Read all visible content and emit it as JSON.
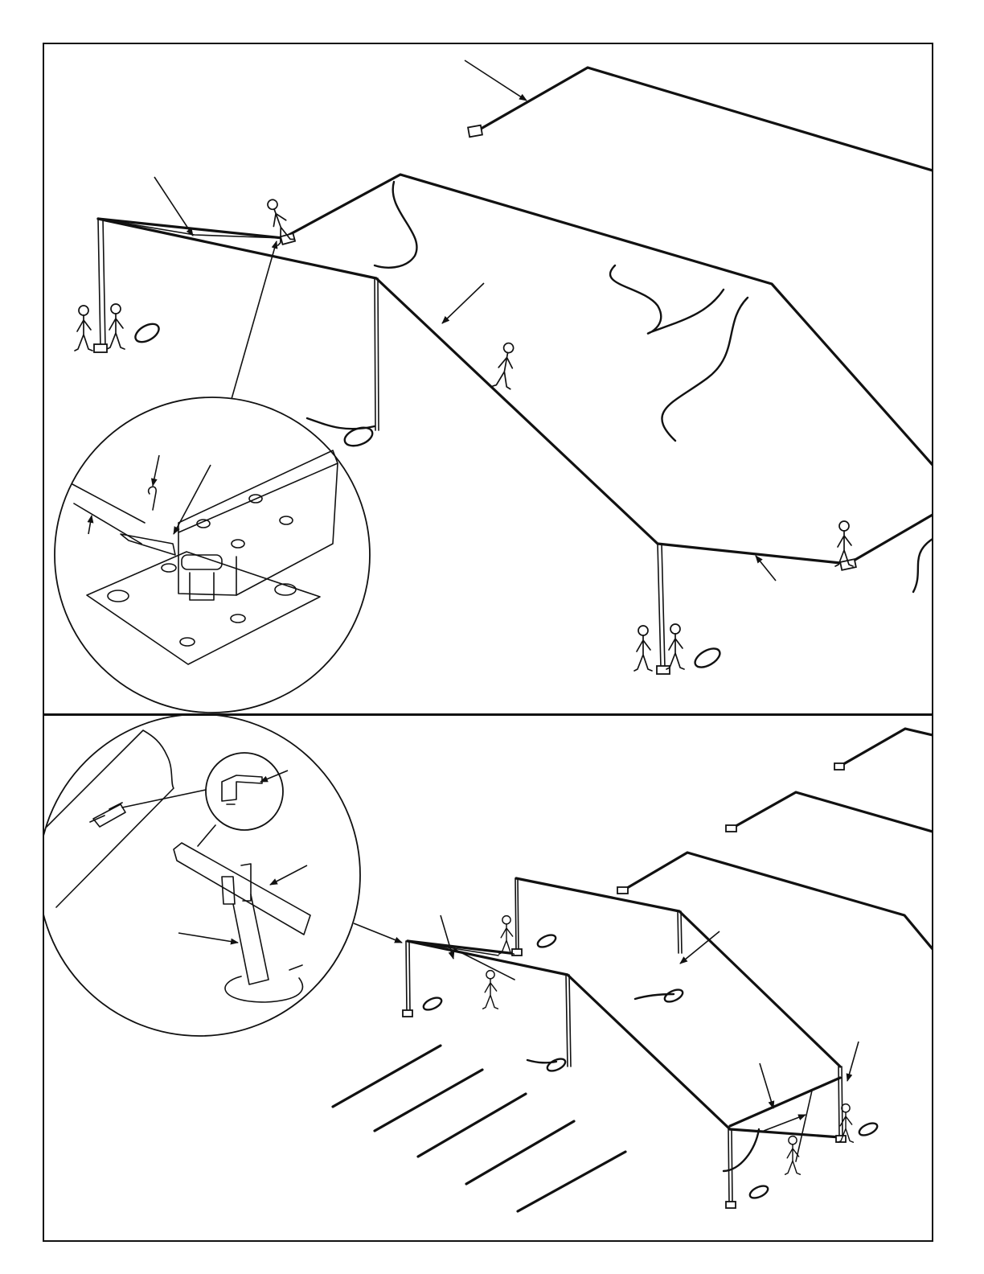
{
  "figure": {
    "panels": [
      {
        "id": "top",
        "callout_arrows": 9,
        "magnifier": "base-plate-hinge-detail"
      },
      {
        "id": "bottom",
        "callout_arrows": 7,
        "magnifier": "eave-bracket-pole-detail"
      }
    ]
  },
  "icons": {
    "figure": "stick-figure-icon",
    "base_plate": "base-plate-icon",
    "rope_coil": "rope-coil-icon",
    "arrow": "callout-arrow-icon"
  },
  "colors": {
    "line": "#111111",
    "background": "#ffffff"
  }
}
